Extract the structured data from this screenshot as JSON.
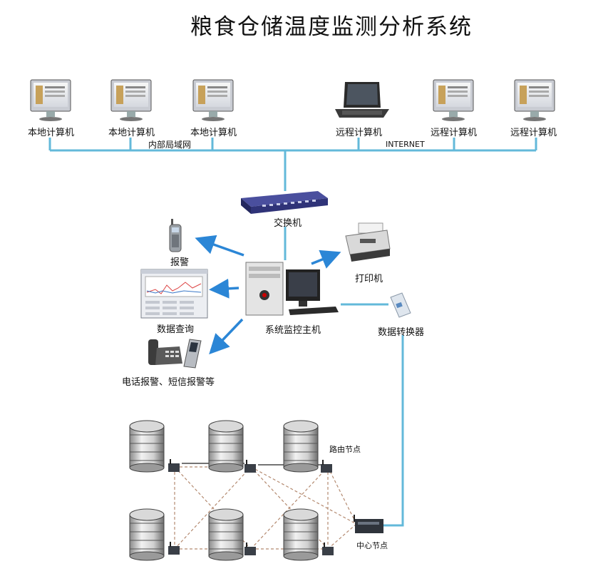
{
  "title": "粮食仓储温度监测分析系统",
  "network": {
    "local_computers": [
      "本地计算机",
      "本地计算机",
      "本地计算机"
    ],
    "remote_computers": [
      "远程计算机",
      "远程计算机",
      "远程计算机"
    ],
    "lan_label": "内部局域网",
    "internet_label": "INTERNET"
  },
  "devices": {
    "switch": "交换机",
    "host": "系统监控主机",
    "printer": "打印机",
    "alarm": "报警",
    "data_query": "数据查询",
    "phone_sms_alarm": "电话报警、短信报警等",
    "converter": "数据转换器"
  },
  "field": {
    "route_node": "路由节点",
    "center_node": "中心节点"
  },
  "colors": {
    "bus_line": "#63b9da",
    "arrow": "#2b86d6",
    "mesh_dashed": "#b48a70",
    "switch_body": "#3b3f8c"
  }
}
